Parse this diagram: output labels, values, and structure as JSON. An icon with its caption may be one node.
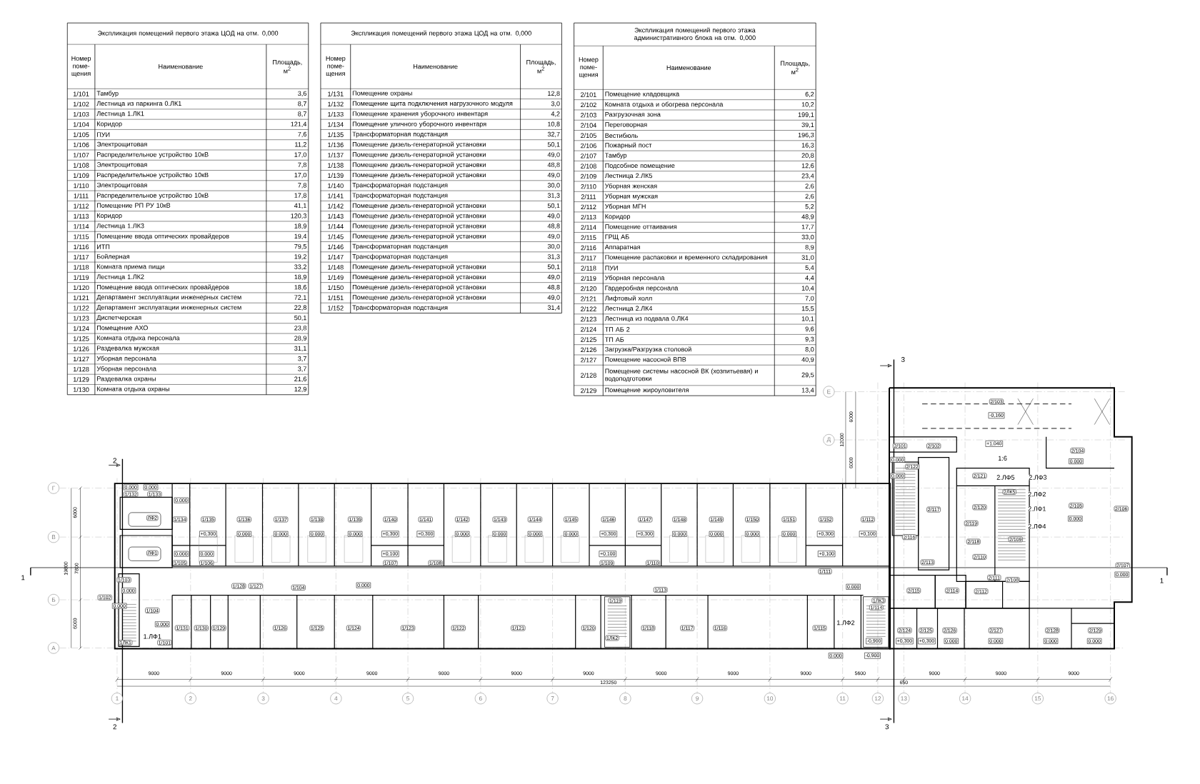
{
  "diagram": {
    "labels": [
      "Экспликация помещений первого этажа ЦОД на отм. 0,000",
      "Номер поме- щения",
      "Наименование",
      "Площадь, м$^{2}$",
      "1/101",
      "Тамбур",
      "3,6",
      "1/102",
      "Лестница из паркинга 0.ЛК1",
      "8,7",
      "1/103",
      "Лестница 1.ЛК1",
      "8,7",
      "1/104",
      "Коридор",
      "121,4",
      "1/105",
      "ПУИ",
      "7,6",
      "1/106",
      "Электрощитовая",
      "11,2",
      "1/107",
      "Распределительное устройство 10кВ",
      "17,0",
      "1/108",
      "Электрощитовая",
      "7,8",
      "1/109",
      "Распределительное устройство 10кВ",
      "17,0",
      "1/110",
      "Электрощитовая",
      "7,8",
      "1/111",
      "Распределительное устройство 10кВ",
      "17,8",
      "1/112",
      "Помещение РП РУ 10кВ",
      "41,1",
      "1/113",
      "Коридор",
      "120,3",
      "1/114",
      "Лестница 1.ЛК3",
      "18,9",
      "1/115",
      "Помещение ввода оптических провайдеров",
      "19,4",
      "1/116",
      "ИТП",
      "79,5",
      "1/117",
      "Бойлерная",
      "19,2",
      "1/118",
      "Комната приема пищи",
      "33,2",
      "1/119",
      "Лестница 1.ЛК2",
      "18,9",
      "1/120",
      "Помещение ввода оптических провайдеров",
      "18,6",
      "1/121",
      "Департамент эксплуатации инженерных систем",
      "72,1",
      "1/122",
      "Департамент эксплуатации инженерных систем",
      "22,8",
      "1/123",
      "Диспетчерская",
      "50,1",
      "1/124",
      "Помещение АХО",
      "23,8",
      "1/125",
      "Комната отдыха персонала",
      "28,9",
      "1/126",
      "Раздевалка мужская",
      "31,1",
      "1/127",
      "Уборная персонала",
      "3,7",
      "1/128",
      "Уборная персонала",
      "3,7",
      "1/129",
      "Раздевалка охраны",
      "21,6",
      "1/130",
      "Комната отдыха охраны",
      "12,9",
      "Экспликация помещений первого этажа ЦОД на отм. 0,000",
      "Номер поме- щения",
      "Наименование",
      "Площадь, м$^{2}$",
      "1/131",
      "Помещение охраны",
      "12,8",
      "1/132",
      "Помещение щита подключения нагрузочного модуля",
      "3,0",
      "1/133",
      "Помещение хранения уборочного инвентаря",
      "4,2",
      "1/134",
      "Помещение уличного уборочного инвентаря",
      "10,8",
      "1/135",
      "Трансформаторная подстанция",
      "32,7",
      "1/136",
      "Помещение дизель-генераторной установки",
      "50,1",
      "1/137",
      "Помещение дизель-генераторной установки",
      "49,0",
      "1/138",
      "Помещение дизель-генераторной установки",
      "48,8",
      "1/139",
      "Помещение дизель-генераторной установки",
      "49,0",
      "1/140",
      "Трансформаторная подстанция",
      "30,0",
      "1/141",
      "Трансформаторная подстанция",
      "31,3",
      "1/142",
      "Помещение дизель-генераторной установки",
      "50,1",
      "1/143",
      "Помещение дизель-генераторной установки",
      "49,0",
      "1/144",
      "Помещение дизель-генераторной установки",
      "48,8",
      "1/145",
      "Помещение дизель-генераторной установки",
      "49,0",
      "1/146",
      "Трансформаторная подстанция",
      "30,0",
      "1/147",
      "Трансформаторная подстанция",
      "31,3",
      "1/148",
      "Помещение дизель-генераторной установки",
      "50,1",
      "1/149",
      "Помещение дизель-генераторной установки",
      "49,0",
      "1/150",
      "Помещение дизель-генераторной установки",
      "48,8",
      "1/151",
      "Помещение дизель-генераторной установки",
      "49,0",
      "1/152",
      "Трансформаторная подстанция",
      "31,4",
      "Экспликация помещений первого этажа административного блока на отм. 0,000",
      "Номер поме- щения",
      "Наименование",
      "Площадь, м$^{2}$",
      "2/101",
      "Помещение кладовщика",
      "6,2",
      "2/102",
      "Комната отдыха и обогрева персонала",
      "10,2",
      "2/103",
      "Разгрузочная зона",
      "199,1",
      "2/104",
      "Переговорная",
      "39,1",
      "2/105",
      "Вестибюль",
      "196,3",
      "2/106",
      "Пожарный пост",
      "16,3",
      "2/107",
      "Тамбур",
      "20,8",
      "2/108",
      "Подсобное помещение",
      "12,6",
      "2/109",
      "Лестница 2.ЛК5",
      "23,4",
      "2/110",
      "Уборная женская",
      "2,6",
      "2/111",
      "Уборная мужская",
      "2,6",
      "2/112",
      "Уборная МГН",
      "5,2",
      "2/113",
      "Коридор",
      "48,9",
      "2/114",
      "Помещение оттаивания",
      "17,7",
      "2/115",
      "ГРЩ АБ",
      "33,0",
      "2/116",
      "Аппаратная",
      "8,9",
      "2/117",
      "Помещение распаковки и временного складирования",
      "31,0",
      "2/118",
      "ПУИ",
      "5,4",
      "2/119",
      "Уборная персонала",
      "4,4",
      "2/120",
      "Гардеробная персонала",
      "10,4",
      "2/121",
      "Лифтовый холл",
      "7,0",
      "2/122",
      "Лестница 2.ЛК4",
      "15,5",
      "2/123",
      "Лестница из подвала 0.ЛК4",
      "10,1",
      "2/124",
      "ТП АБ 2",
      "9,6",
      "2/125",
      "ТП АБ",
      "9,3",
      "2/126",
      "Загрузка/Разгрузка столовой",
      "8,0",
      "2/127",
      "Помещение насосной ВПВ",
      "40,9",
      "2/128",
      "Помещение системы насосной ВК (хозпитьевая) и водоподготовки",
      "29,5",
      "2/129",
      "Помещение жироуловителя",
      "13,4",
      "3",
      "Е",
      "6000",
      "12000",
      "Д",
      "6000",
      "2/103",
      "-0,160",
      "2/101",
      "2/102",
      "+1,040",
      "1:6",
      "2/104",
      "2",
      "0.000",
      "0.000",
      "2/122",
      "0.000",
      "2/121",
      "2.ЛФ5",
      "2.ЛФ3",
      "Г",
      "0.000",
      "0.000",
      "1/132",
      "1/133",
      "2ЛК5",
      "2.ЛФ2",
      "0.000",
      "6000",
      "2/117",
      "2/120",
      "2.ЛФ1",
      "2/105",
      "2/106",
      "ЛФ2",
      "1/134",
      "1/135",
      "1/136",
      "1/137",
      "1/138",
      "1/139",
      "1/140",
      "1/141",
      "1/142",
      "1/143",
      "1/144",
      "1/145",
      "1/146",
      "1/147",
      "1/148",
      "1/149",
      "1/150",
      "1/151",
      "1/152",
      "1/112",
      "+0,300",
      "0.000",
      "0.000",
      "0.000",
      "0.000",
      "+0,300",
      "+0,300",
      "0.000",
      "0.000",
      "0.000",
      "0.000",
      "+0,300",
      "+0,300",
      "0.000",
      "0.000",
      "0.000",
      "0.000",
      "+0,300",
      "+0,100",
      "0.000",
      "2/119",
      "2.ЛФ4",
      "В",
      "2/116",
      "2/109",
      "2/118",
      "ЛФ1",
      "0.000",
      "0.000",
      "+0,100",
      "+0,100",
      "+0,100",
      "2/110",
      "1/105",
      "1/106",
      "1/107",
      "1/108",
      "1/109",
      "1/110",
      "2/113",
      "2/107",
      "19800",
      "7800",
      "1/111",
      "0.000",
      "1",
      "1/103",
      "2/111",
      "2/108",
      "1",
      "0.000",
      "1/128",
      "1/127",
      "1/104",
      "0.000",
      "1/113",
      "0.000",
      "2/115",
      "2/114",
      "2/112",
      "1/102",
      "Б",
      "1/119",
      "1ЛК3",
      "0.000",
      "1/114",
      "1/104",
      "6000",
      "0.000",
      "1.ЛФ2",
      "1/131",
      "1/130",
      "1/129",
      "1/126",
      "1/125",
      "1/124",
      "1/123",
      "1/122",
      "1/121",
      "1/120",
      "1/118",
      "1/117",
      "1/116",
      "1/115",
      "2/124",
      "2/125",
      "2/126",
      "2/127",
      "2/128",
      "2/129",
      "1ЛК1",
      "1.ЛФ1",
      "1/101",
      "1ЛК2",
      "-0,900",
      "+0,300",
      "+0,300",
      "0.000",
      "0.000",
      "0.000",
      "0.000",
      "А",
      "0.000",
      "-0,900",
      "9000",
      "9000",
      "9000",
      "9000",
      "9000",
      "9000",
      "9000",
      "9000",
      "9000",
      "9000",
      "5600",
      "9000",
      "9000",
      "9000",
      "123250",
      "650",
      "1",
      "2",
      "3",
      "4",
      "5",
      "6",
      "7",
      "8",
      "9",
      "10",
      "11",
      "12",
      "13",
      "14",
      "15",
      "16",
      "2",
      "3"
    ]
  }
}
